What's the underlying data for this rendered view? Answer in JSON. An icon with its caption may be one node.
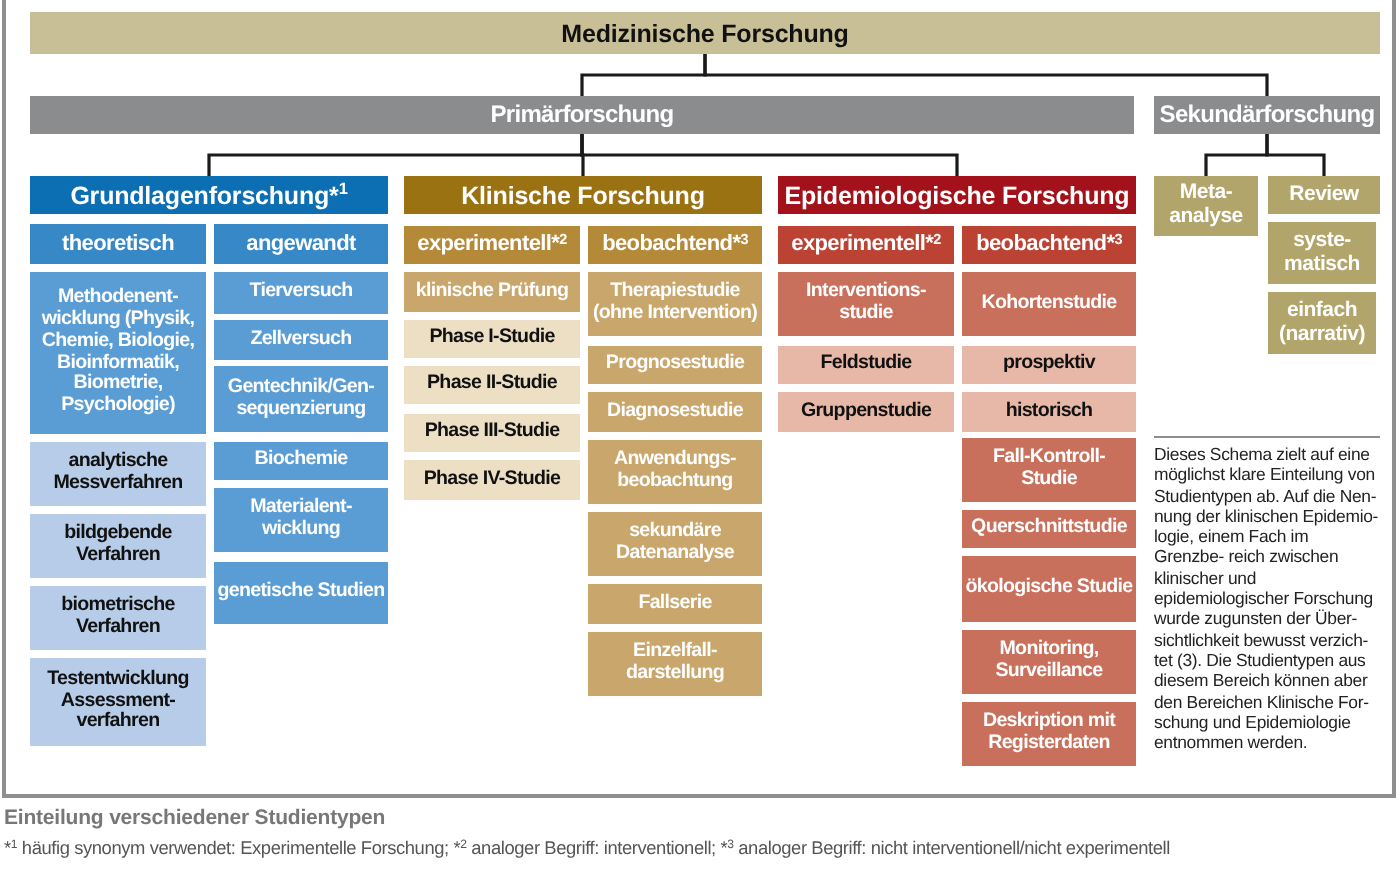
{
  "diagram": {
    "caption": "Einteilung verschiedener Studientypen",
    "nodes": [
      {
        "text": [
          "Medizinische Forschung"
        ]
      },
      {
        "text": [
          "Primärforschung"
        ]
      },
      {
        "text": [
          "Sekundärforschung"
        ]
      },
      {
        "text": [
          "Grundlagenforschung*$^{1}$"
        ]
      },
      {
        "text": [
          "Klinische Forschung"
        ]
      },
      {
        "text": [
          "Epidemiologische Forschung"
        ]
      },
      {
        "text": [
          "Meta- analyse"
        ]
      },
      {
        "text": [
          "Review"
        ]
      },
      {
        "text": [
          "theoretisch"
        ]
      },
      {
        "text": [
          "Methodenent- wicklung (Physik, Chemie, Biologie, Bioinformatik, Biometrie, Psychologie)"
        ]
      },
      {
        "text": [
          "analytische Messverfahren"
        ]
      },
      {
        "text": [
          "bildgebende Verfahren"
        ]
      },
      {
        "text": [
          "biometrische Verfahren"
        ]
      },
      {
        "text": [
          "Testentwicklung Assessment- verfahren"
        ]
      },
      {
        "text": [
          "angewandt"
        ]
      },
      {
        "text": [
          "Tierversuch"
        ]
      },
      {
        "text": [
          "Zellversuch"
        ]
      },
      {
        "text": [
          "Gentechnik/Gen- sequenzierung"
        ]
      },
      {
        "text": [
          "Biochemie"
        ]
      },
      {
        "text": [
          "Materialent- wicklung"
        ]
      },
      {
        "text": [
          "genetische Studien"
        ]
      },
      {
        "text": [
          "experimentell*$^{2}$"
        ]
      },
      {
        "text": [
          "klinische Prüfung"
        ]
      },
      {
        "text": [
          "Phase I-Studie"
        ]
      },
      {
        "text": [
          "Phase II-Studie"
        ]
      },
      {
        "text": [
          "Phase III-Studie"
        ]
      },
      {
        "text": [
          "Phase IV-Studie"
        ]
      },
      {
        "text": [
          "beobachtend*$^{3}$"
        ]
      },
      {
        "text": [
          "Therapiestudie (ohne Intervention)"
        ]
      },
      {
        "text": [
          "Prognosestudie"
        ]
      },
      {
        "text": [
          "Diagnosestudie"
        ]
      },
      {
        "text": [
          "Anwendungs- beobachtung"
        ]
      },
      {
        "text": [
          "sekundäre Datenanalyse"
        ]
      },
      {
        "text": [
          "Fallserie"
        ]
      },
      {
        "text": [
          "Einzelfall- darstellung"
        ]
      },
      {
        "text": [
          "experimentell*$^{2}$"
        ]
      },
      {
        "text": [
          "Interventions- studie"
        ]
      },
      {
        "text": [
          "Feldstudie"
        ]
      },
      {
        "text": [
          "Gruppenstudie"
        ]
      },
      {
        "text": [
          "beobachtend*$^{3}$"
        ]
      },
      {
        "text": [
          "Kohortenstudie"
        ]
      },
      {
        "text": [
          "prospektiv"
        ]
      },
      {
        "text": [
          "historisch"
        ]
      },
      {
        "text": [
          "Fall-Kontroll- Studie"
        ]
      },
      {
        "text": [
          "Querschnittstudie"
        ]
      },
      {
        "text": [
          "ökologische Studie"
        ]
      },
      {
        "text": [
          "Monitoring, Surveillance"
        ]
      },
      {
        "text": [
          "Deskription mit Registerdaten"
        ]
      },
      {
        "text": [
          "syste- matisch"
        ]
      },
      {
        "text": [
          "einfach (narrativ)"
        ]
      }
    ],
    "edges": [
      {
        "from": 0,
        "to": 1,
        "arrow": "none"
      },
      {
        "from": 0,
        "to": 2,
        "arrow": "none"
      },
      {
        "from": 1,
        "to": 3,
        "arrow": "none"
      },
      {
        "from": 1,
        "to": 4,
        "arrow": "none"
      },
      {
        "from": 1,
        "to": 5,
        "arrow": "none"
      },
      {
        "from": 2,
        "to": 6,
        "arrow": "none"
      },
      {
        "from": 2,
        "to": 7,
        "arrow": "none"
      }
    ],
    "labels": [
      "Dieses Schema zielt auf eine möglichst klare Einteilung von Studientypen ab. Auf die Nen- nung der klinischen Epidemio- logie, einem Fach im Grenzbe- reich zwischen klinischer und epidemiologischer Forschung wurde zugunsten der Über- sichtlichkeit bewusst verzich- tet (3). Die Studientypen aus diesem Bereich können aber den Bereichen Klinische For- schung und Epidemiologie entnommen werden.",
      "*$^{1}$ häufig synonym verwendet: Experimentelle Forschung; *$^{2}$ analoger Begriff: interventionell; *$^{3}$ analoger Begriff: nicht interventionell/nicht experimentell"
    ]
  }
}
